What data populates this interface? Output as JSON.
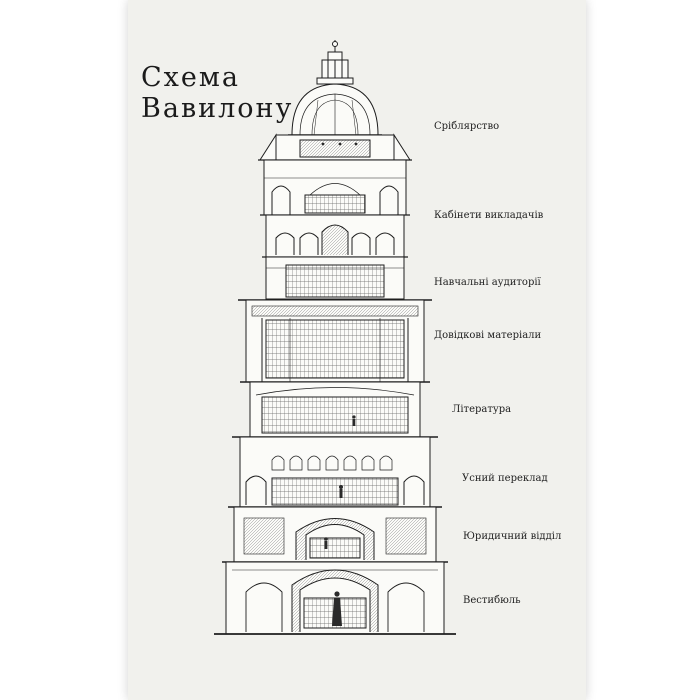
{
  "diagram": {
    "title_line1": "Схема",
    "title_line2": "Вавилону",
    "floors": [
      {
        "label": "Сріблярство"
      },
      {
        "label": "Кабінети викладачів"
      },
      {
        "label": "Навчальні аудиторії"
      },
      {
        "label": "Довідкові матеріали"
      },
      {
        "label": "Література"
      },
      {
        "label": "Усний переклад"
      },
      {
        "label": "Юридичний відділ"
      },
      {
        "label": "Вестибюль"
      }
    ]
  }
}
